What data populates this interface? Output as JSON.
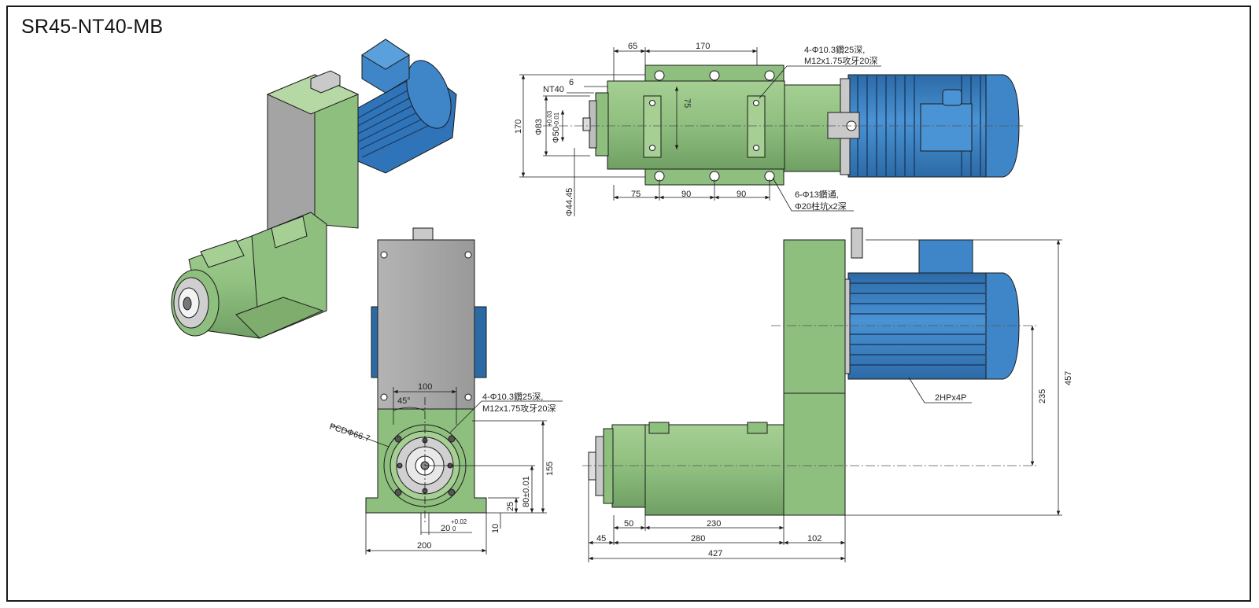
{
  "title": "SR45-NT40-MB",
  "colors": {
    "housing": "#8fbf7f",
    "housing_dark": "#6f9f63",
    "plate": "#a9a9a9",
    "motor": "#3f86c8",
    "motor_dark": "#2c6aa6",
    "line": "#1a1a1a"
  },
  "top_view": {
    "dim_65": "65",
    "dim_170_top": "170",
    "dim_6": "6",
    "label_nt40": "NT40",
    "dim_170_left": "170",
    "dia_83": "Φ83",
    "dia_50": "Φ50",
    "tol_50_up": "+0.03",
    "tol_50_low": "-0.01",
    "dia_44_45": "Φ44.45",
    "dim_75_vert": "75",
    "note_holes_1": "4-Φ10.3鑽25深,",
    "note_holes_2": "M12x1.75攻牙20深",
    "dim_75_bottom": "75",
    "dim_90_a": "90",
    "dim_90_b": "90",
    "note_mount_1": "6-Φ13鑽通,",
    "note_mount_2": "Φ20柱坑x2深"
  },
  "front_view": {
    "dim_100": "100",
    "angle_45": "45°",
    "pcd": "PCDΦ66.7",
    "note_holes_1": "4-Φ10.3鑽25深,",
    "note_holes_2": "M12x1.75攻牙20深",
    "dim_155": "155",
    "dim_80": "80±0.01",
    "dim_25": "25",
    "dim_10": "10",
    "dim_20": "20",
    "tol_20_up": "+0.02",
    "tol_20_low": "0",
    "dim_200": "200"
  },
  "side_view": {
    "motor_label": "2HPx4P",
    "dim_457": "457",
    "dim_235": "235",
    "dim_50": "50",
    "dim_230": "230",
    "dim_45": "45",
    "dim_280": "280",
    "dim_102": "102",
    "dim_427": "427"
  }
}
